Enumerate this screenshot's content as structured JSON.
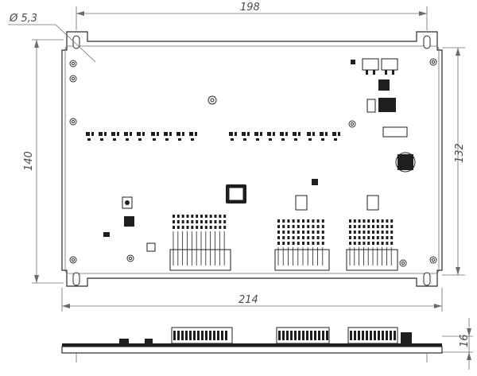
{
  "drawing": {
    "dimensions": {
      "hole_diameter": "Ø 5,3",
      "top_width": "198",
      "bottom_width": "214",
      "left_height": "140",
      "right_height": "132",
      "side_thickness": "16"
    }
  }
}
